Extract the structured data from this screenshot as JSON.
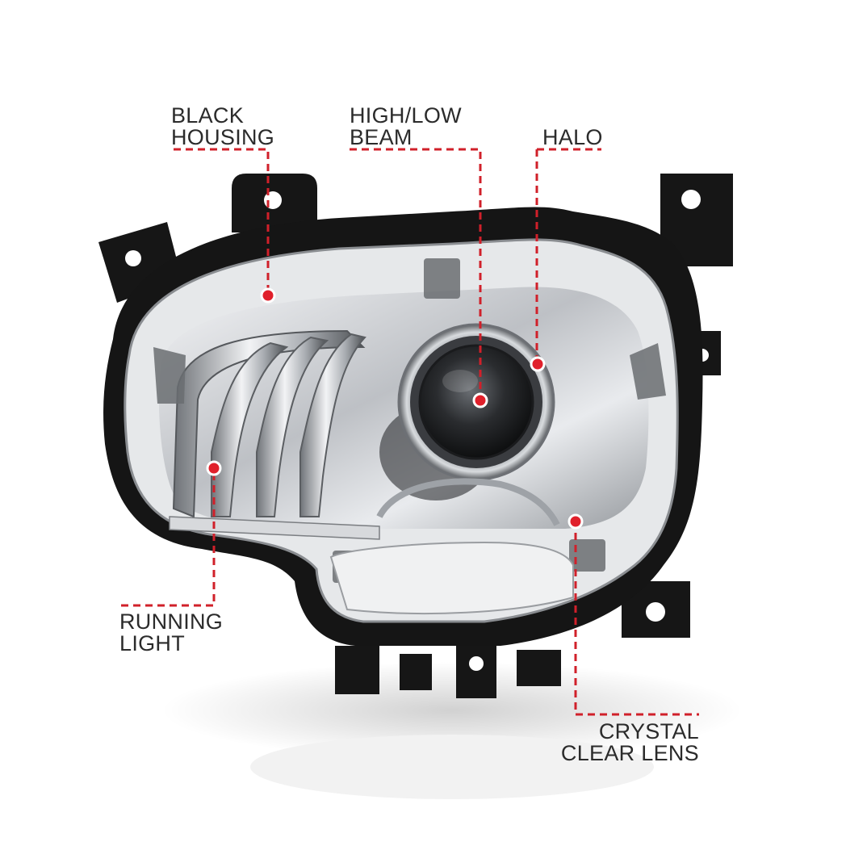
{
  "image_description_labels": {
    "black_housing": [
      "BLACK",
      "HOUSING"
    ],
    "high_low_beam": [
      "HIGH/LOW",
      "BEAM"
    ],
    "halo": [
      "HALO"
    ],
    "running_light": [
      "RUNNING",
      "LIGHT"
    ],
    "crystal_clear_lens": [
      "CRYSTAL",
      "CLEAR LENS"
    ]
  },
  "colors": {
    "callout_line": "#d0202a",
    "label_text": "#2b2b2b",
    "housing": "#141414",
    "chrome": "#c9ccd0"
  }
}
